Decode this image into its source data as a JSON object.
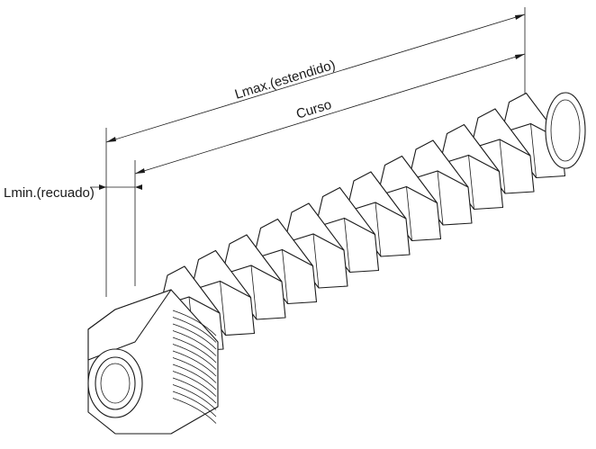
{
  "diagram": {
    "labels": {
      "lmax": "Lmax.(estendido)",
      "curso": "Curso",
      "lmin": "Lmin.(recuado)"
    }
  }
}
